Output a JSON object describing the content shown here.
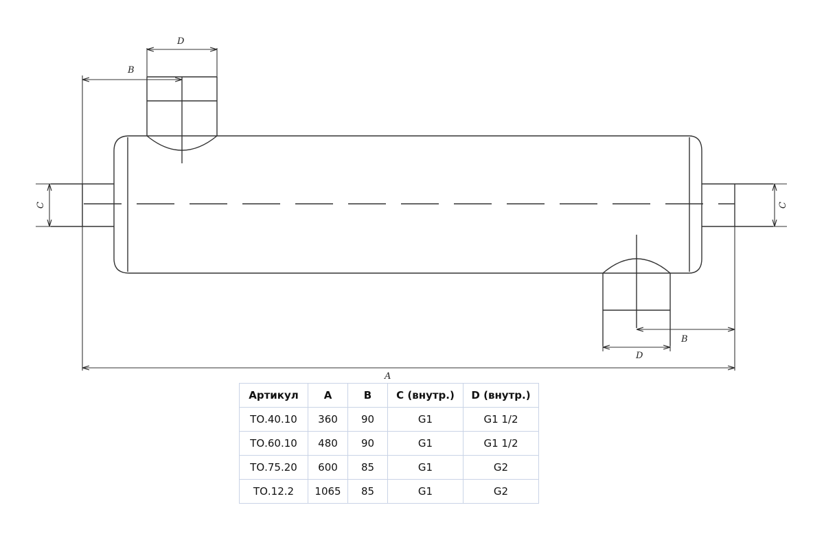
{
  "diagram": {
    "dimension_labels": {
      "A": "A",
      "B": "B",
      "C": "C",
      "D": "D"
    }
  },
  "table": {
    "headers": [
      "Артикул",
      "A",
      "B",
      "C (внутр.)",
      "D (внутр.)"
    ],
    "rows": [
      [
        "ТО.40.10",
        "360",
        "90",
        "G1",
        "G1 1/2"
      ],
      [
        "ТО.60.10",
        "480",
        "90",
        "G1",
        "G1 1/2"
      ],
      [
        "ТО.75.20",
        "600",
        "85",
        "G1",
        "G2"
      ],
      [
        "ТО.12.2",
        "1065",
        "85",
        "G1",
        "G2"
      ]
    ]
  }
}
